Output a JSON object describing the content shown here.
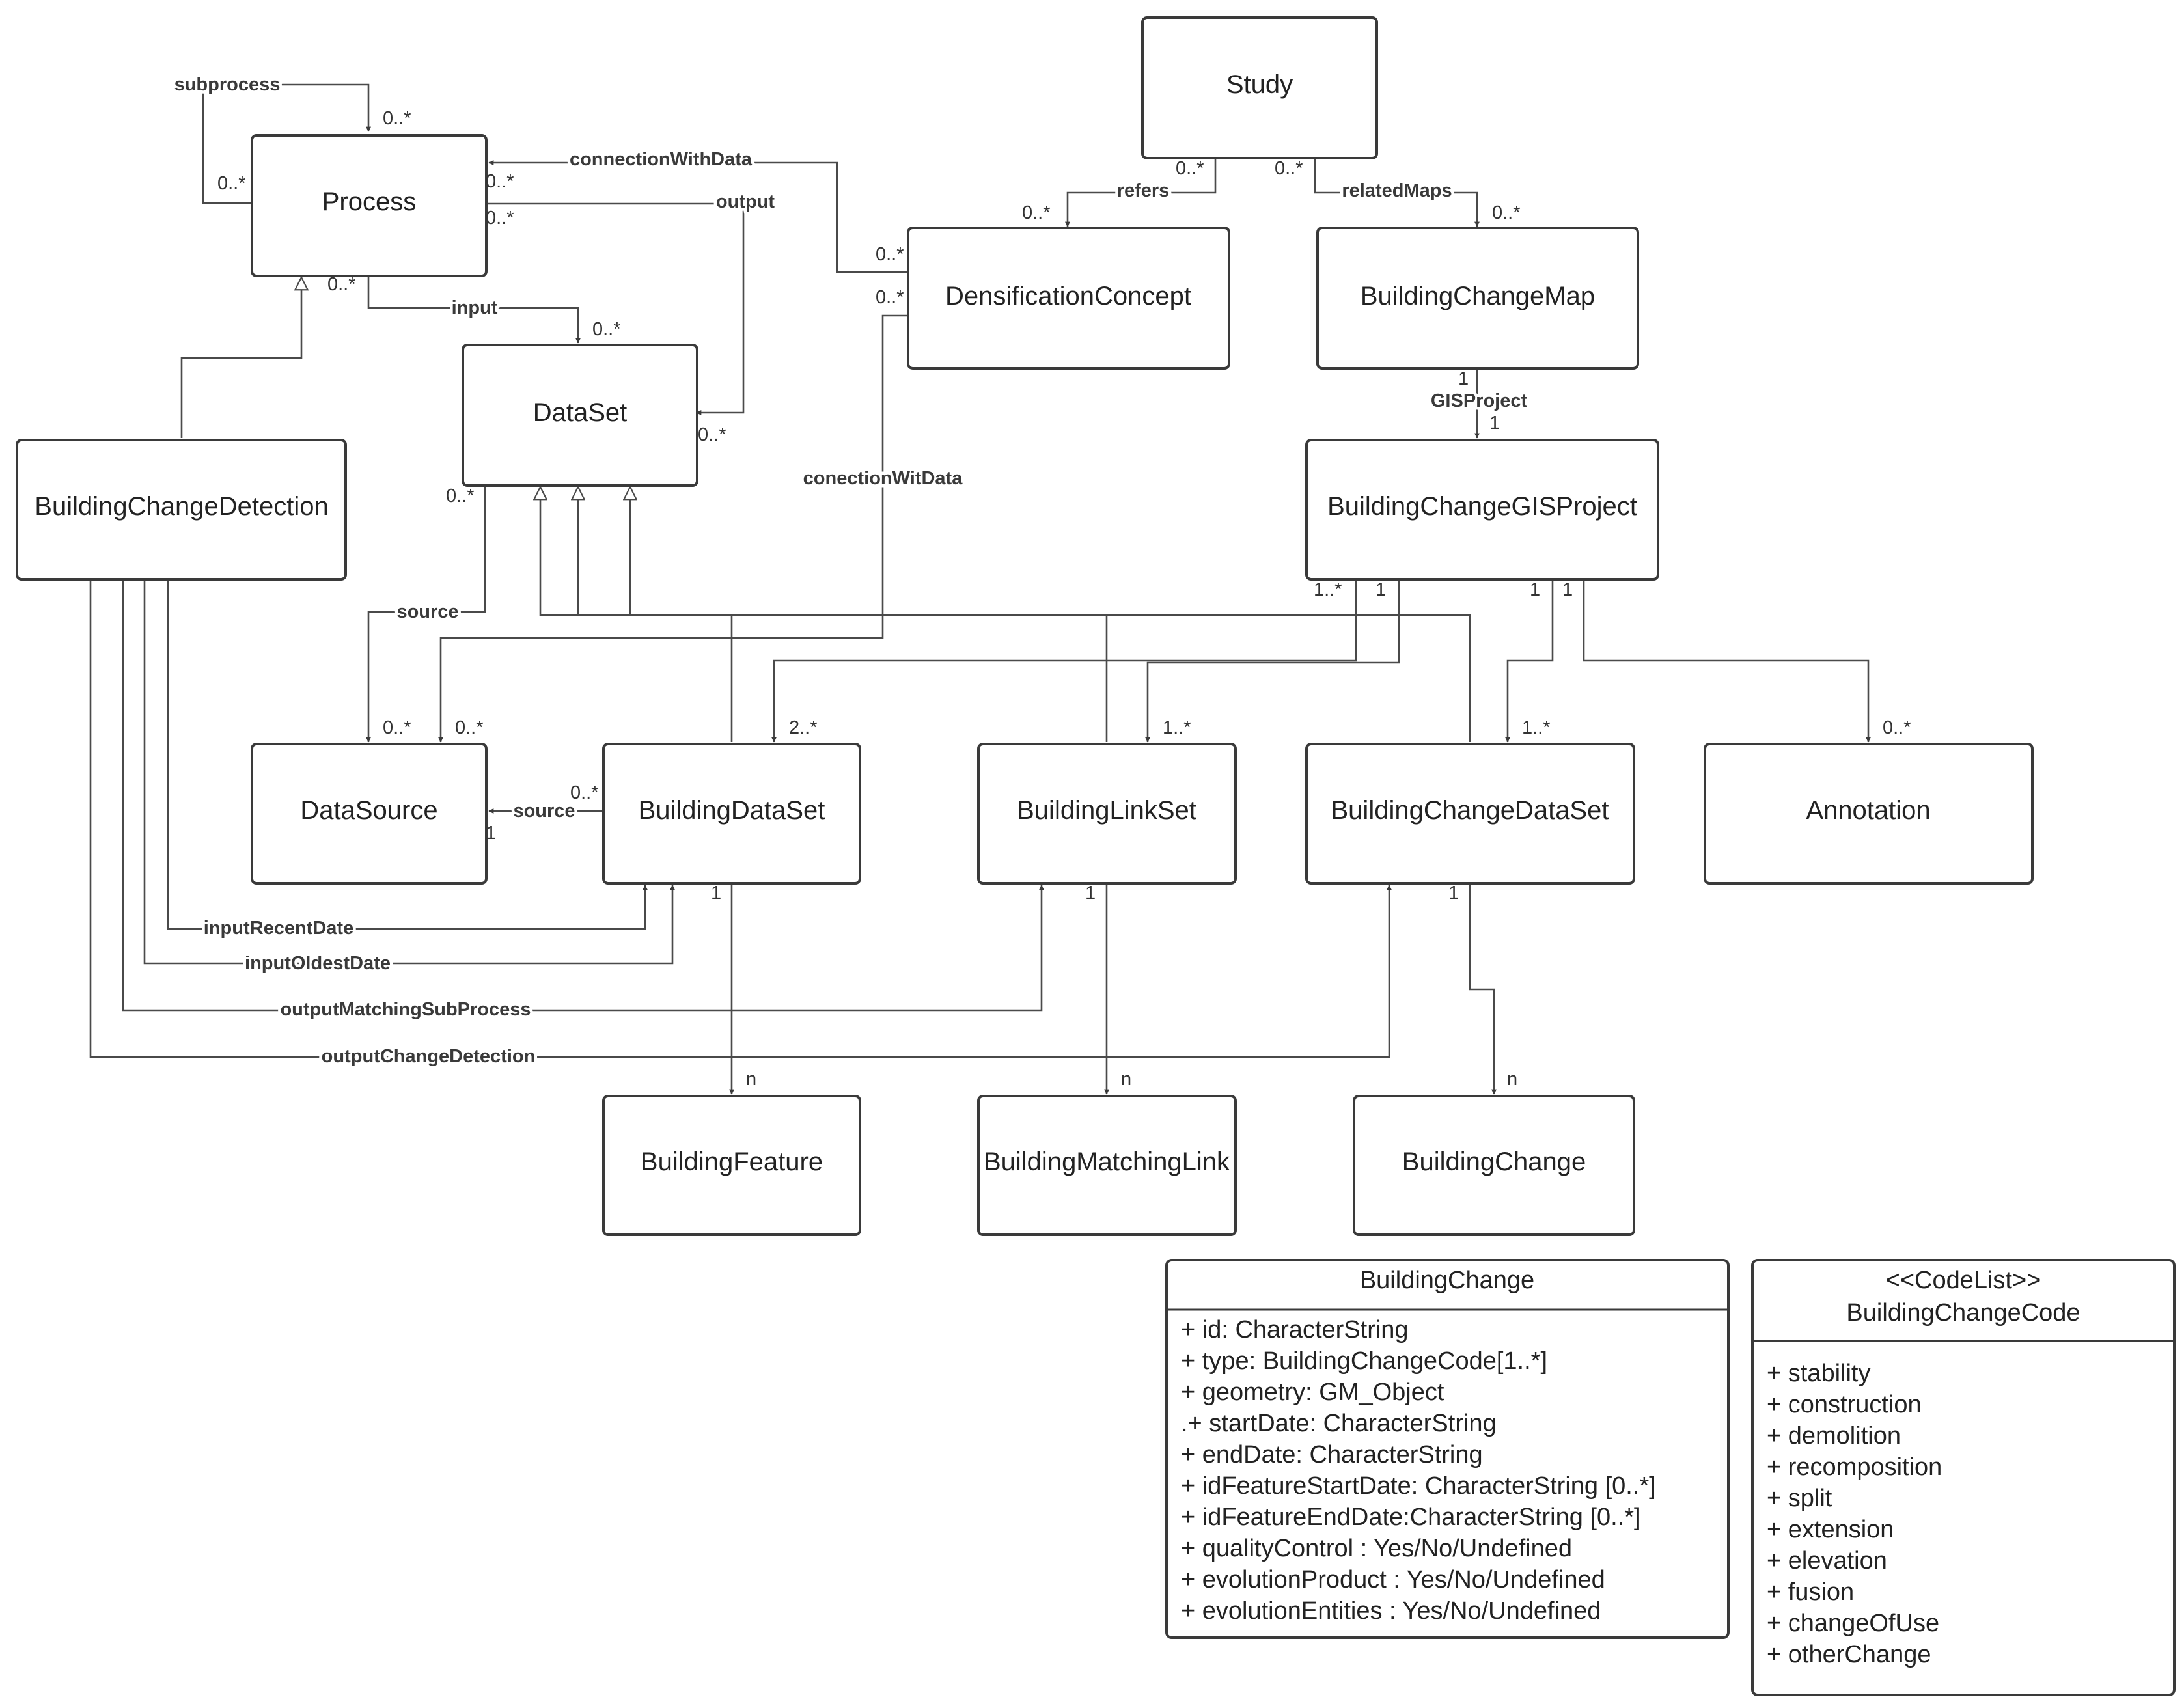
{
  "classes": {
    "study": "Study",
    "process": "Process",
    "densification_concept": "DensificationConcept",
    "building_change_map": "BuildingChangeMap",
    "dataset": "DataSet",
    "building_change_detection": "BuildingChangeDetection",
    "building_change_gis_project": "BuildingChangeGISProject",
    "data_source": "DataSource",
    "building_dataset": "BuildingDataSet",
    "building_link_set": "BuildingLinkSet",
    "building_change_dataset": "BuildingChangeDataSet",
    "annotation": "Annotation",
    "building_feature": "BuildingFeature",
    "building_matching_link": "BuildingMatchingLink",
    "building_change": "BuildingChange"
  },
  "associations": {
    "subprocess": "subprocess",
    "connection_with_data": "connectionWithData",
    "output": "output",
    "input": "input",
    "refers": "refers",
    "related_maps": "relatedMaps",
    "gis_project": "GISProject",
    "conection_wit_data": "conectionWitData",
    "source_dataset": "source",
    "source_building": "source",
    "input_recent_date": "inputRecentDate",
    "input_oldest_date": "inputOldestDate",
    "output_matching_sub_process": "outputMatchingSubProcess",
    "output_change_detection": "outputChangeDetection"
  },
  "multiplicities": {
    "subprocess_top": "0..*",
    "subprocess_left": "0..*",
    "process_right_1": "0..*",
    "process_right_2": "0..*",
    "process_bottom": "0..*",
    "input_dataset": "0..*",
    "output_dataset": "0..*",
    "dataset_source": "0..*",
    "study_refers": "0..*",
    "study_maps": "0..*",
    "refers_dc": "0..*",
    "maps_bcm": "0..*",
    "dc_left_1": "0..*",
    "dc_left_2": "0..*",
    "bcm_gis": "1",
    "gis_bcm": "1",
    "gis_bds": "1..*",
    "gis_bls": "1",
    "gis_bcds": "1",
    "gis_ann": "1",
    "ds_source_1": "0..*",
    "ds_source_2": "0..*",
    "bds_top": "2..*",
    "bls_top": "1..*",
    "bcds_top": "1..*",
    "ann_top": "0..*",
    "bds_source": "0..*",
    "source_ds_1": "1",
    "bds_bottom": "1",
    "bls_bottom": "1",
    "bcds_bottom": "1",
    "bf_n": "n",
    "bml_n": "n",
    "bc_n": "n"
  },
  "building_change_card": {
    "name": "BuildingChange",
    "attributes": [
      "+ id: CharacterString",
      "+ type: BuildingChangeCode[1..*]",
      "+ geometry:  GM_Object",
      ".+ startDate: CharacterString",
      "+ endDate: CharacterString",
      "+ idFeatureStartDate: CharacterString [0..*]",
      "+ idFeatureEndDate:CharacterString [0..*]",
      "+ qualityControl : Yes/No/Undefined",
      "+ evolutionProduct : Yes/No/Undefined",
      "+ evolutionEntities : Yes/No/Undefined"
    ]
  },
  "code_list_card": {
    "stereotype": "<<CodeList>>",
    "name": "BuildingChangeCode",
    "values": [
      "+ stability",
      "+ construction",
      "+ demolition",
      "+ recomposition",
      "+ split",
      "+ extension",
      "+ elevation",
      "+ fusion",
      "+ changeOfUse",
      "+ otherChange"
    ]
  }
}
